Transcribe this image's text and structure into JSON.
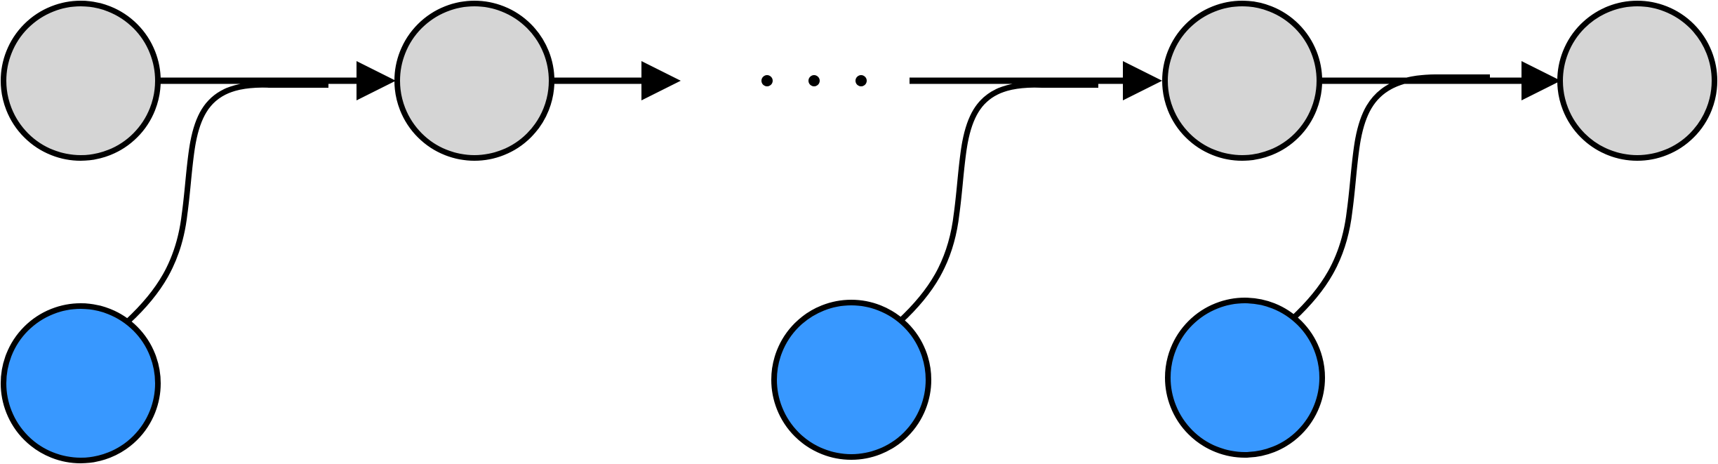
{
  "colors": {
    "state_node_fill": "#d5d5d5",
    "input_node_fill": "#3898ff",
    "stroke": "#000000",
    "background": "#ffffff"
  },
  "diagram": {
    "state_nodes": [
      {
        "id": "state-1"
      },
      {
        "id": "state-2"
      },
      {
        "id": "state-n-minus-1"
      },
      {
        "id": "state-n"
      }
    ],
    "input_nodes": [
      {
        "id": "input-1"
      },
      {
        "id": "input-n-minus-1"
      },
      {
        "id": "input-n"
      }
    ],
    "ellipsis_dot_count": 3,
    "icons": [
      "arrow-right-icon"
    ]
  }
}
